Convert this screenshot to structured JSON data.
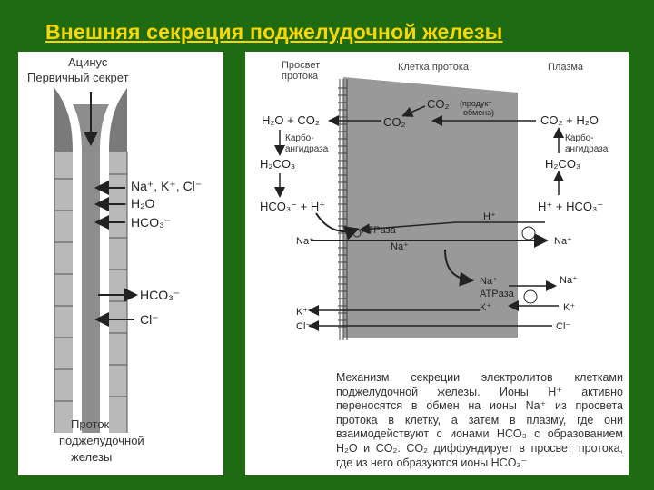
{
  "title": "Внешняя секреция поджелудочной железы",
  "left": {
    "acinus": "Ацинус",
    "primary_secretion": "Первичный секрет",
    "ions_top": "Na⁺, K⁺, Cl⁻",
    "h2o": "H₂O",
    "hco3_out": "HCO₃⁻",
    "hco3_in": "HCO₃⁻",
    "cl_in": "Cl⁻",
    "duct_line1": "Проток",
    "duct_line2": "поджелудочной",
    "duct_line3": "железы"
  },
  "right": {
    "lumen_line1": "Просвет",
    "lumen_line2": "протока",
    "duct_cell": "Клетка протока",
    "plasma": "Плазма",
    "co2_product": "CO₂",
    "co2_product_note1": "(продукт",
    "co2_product_note2": "обмена)",
    "lumen_h2o_co2": "H₂O + CO₂",
    "cell_co2": "CO₂",
    "plasma_co2_h2o": "CO₂ + H₂O",
    "carbo_left1": "Карбо-",
    "carbo_left2": "ангидраза",
    "carbo_right1": "Карбо-",
    "carbo_right2": "ангидраза",
    "h2co3_left": "H₂CO₃",
    "h2co3_right": "H₂CO₃",
    "hco3_h_left": "HCO₃⁻ + H⁺",
    "h_hco3_right": "H⁺ + HCO₃⁻",
    "atpase_1": "ATPаза",
    "na_lumen": "Na⁺",
    "na_cell": "Na⁺",
    "h_cell": "H⁺",
    "na_plasma": "Na⁺",
    "na_cell2": "Na⁺",
    "atpase_2": "ATPаза",
    "k_cell2": "K⁺",
    "na_plasma2": "Na⁺",
    "k_plasma": "K⁺",
    "k_lumen": "K⁺",
    "cl_lumen": "Cl⁻",
    "cl_plasma": "Cl⁻",
    "caption": "Механизм секреции электролитов клетками поджелудочной железы. Ионы H⁺ активно переносятся в обмен на ионы Na⁺ из просвета протока в клетку, а затем в плазму, где они взаимодействуют с ионами HCO₃ с образованием H₂O и CO₂. CO₂ диффундирует в просвет протока, где из него образуются ионы HCO₃⁻"
  }
}
